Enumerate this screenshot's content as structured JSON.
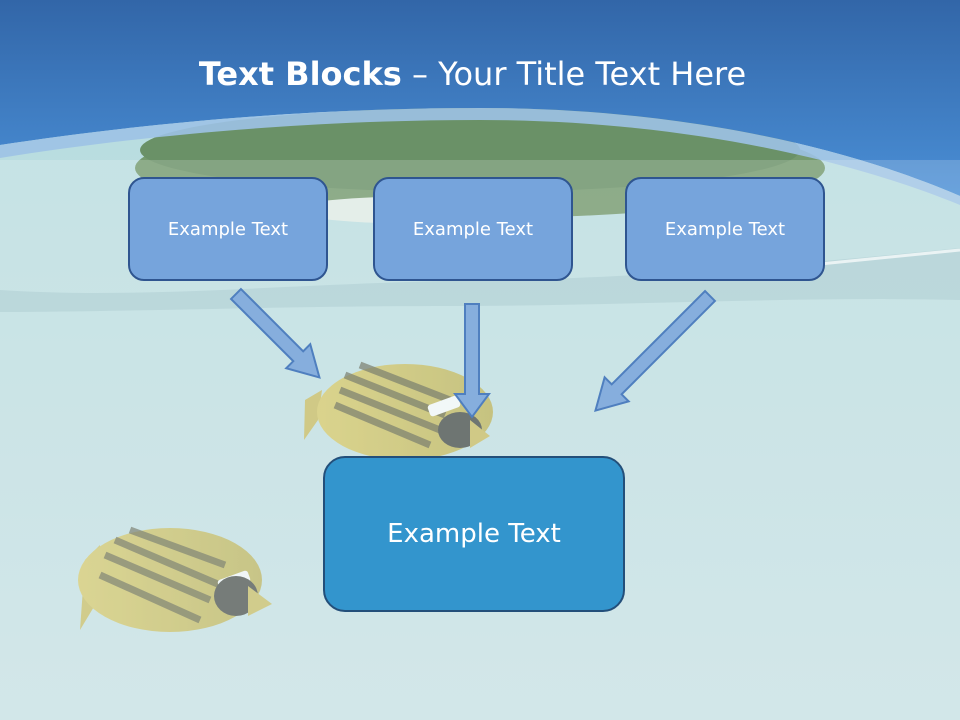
{
  "slide": {
    "title_bold": "Text Blocks",
    "title_dash": "–",
    "title_rest": "Your Title Text Here"
  },
  "blocks": [
    {
      "label": "Example Text"
    },
    {
      "label": "Example Text"
    },
    {
      "label": "Example Text"
    }
  ],
  "result_block": {
    "label": "Example Text"
  },
  "colors": {
    "header_blue": "#3f7cc4",
    "box_fill": "#76a4dc",
    "box_border": "#2f5590",
    "result_fill": "#3395cd",
    "arrow_fill": "#86aedd",
    "water": "#b9d9df"
  }
}
